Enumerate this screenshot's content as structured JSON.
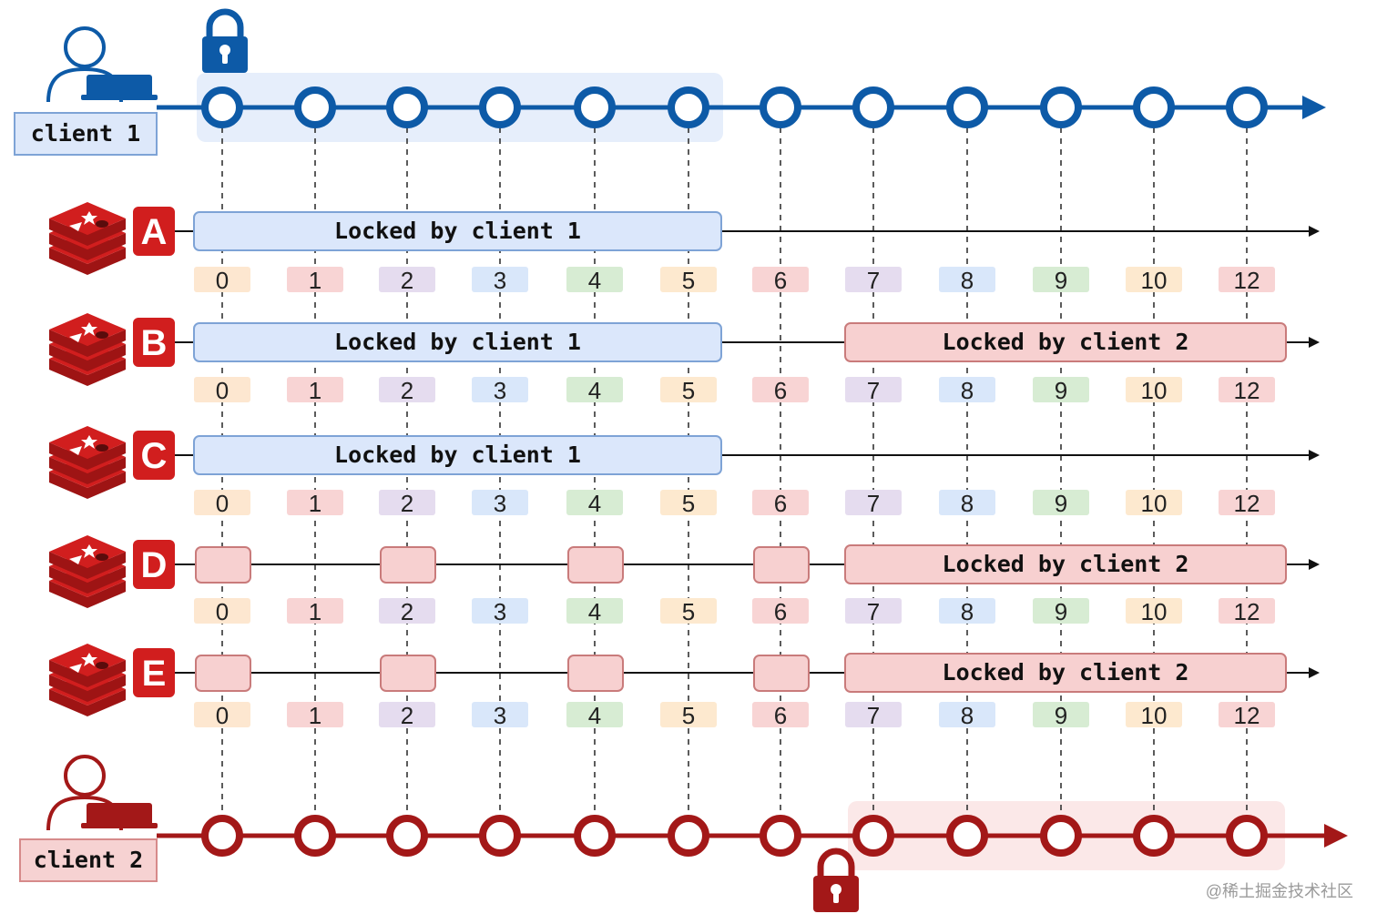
{
  "clients": {
    "top": {
      "label": "client 1",
      "color": "#0d5aa7",
      "fill": "#e6eefb",
      "box_fill": "#dde8fa",
      "box_stroke": "#7ea3d6"
    },
    "bottom": {
      "label": "client 2",
      "color": "#a31818",
      "fill": "#fbe8e8",
      "box_fill": "#f6d2d2",
      "box_stroke": "#d68a8a"
    }
  },
  "timeline": {
    "ticks": [
      "0",
      "1",
      "2",
      "3",
      "4",
      "5",
      "6",
      "7",
      "8",
      "9",
      "10",
      "12"
    ],
    "client1_lock_span": [
      0,
      5
    ],
    "client2_lock_span": [
      7,
      11
    ],
    "tick_colors": [
      "#fde7d0",
      "#f8d4d4",
      "#e5dcef",
      "#d9e7fa",
      "#d7ecd3",
      "#fde9cf",
      "#f8d4d4",
      "#e5dcef",
      "#d9e7fa",
      "#d7ecd3",
      "#fde9cf",
      "#f8d4d4"
    ]
  },
  "nodes": [
    {
      "letter": "A",
      "bars": [
        {
          "text": "Locked by client 1",
          "owner": "client1",
          "from": 0,
          "to": 5
        }
      ],
      "attempts": []
    },
    {
      "letter": "B",
      "bars": [
        {
          "text": "Locked by client 1",
          "owner": "client1",
          "from": 0,
          "to": 5
        },
        {
          "text": "Locked by client 2",
          "owner": "client2",
          "from": 7,
          "to": 11
        }
      ],
      "attempts": []
    },
    {
      "letter": "C",
      "bars": [
        {
          "text": "Locked by client 1",
          "owner": "client1",
          "from": 0,
          "to": 5
        }
      ],
      "attempts": []
    },
    {
      "letter": "D",
      "bars": [
        {
          "text": "Locked by client 2",
          "owner": "client2",
          "from": 7,
          "to": 11
        }
      ],
      "attempts": [
        0,
        2,
        4,
        6
      ]
    },
    {
      "letter": "E",
      "bars": [
        {
          "text": "Locked by client 2",
          "owner": "client2",
          "from": 7,
          "to": 11
        }
      ],
      "attempts": [
        0,
        2,
        4,
        6
      ]
    }
  ],
  "icons": {
    "top_lock": "lock-icon",
    "bottom_lock": "lock-icon",
    "client_avatar": "user-laptop-icon",
    "redis_node": "redis-stack-icon"
  },
  "colors": {
    "client1_bar_fill": "#dbe7fb",
    "client1_bar_stroke": "#7ea3d6",
    "client2_bar_fill": "#f7d0d0",
    "client2_bar_stroke": "#c97b7b",
    "redis_red": "#d11e1e",
    "redis_dark": "#9e1414",
    "axis": "#111111"
  },
  "watermark": "@稀土掘金技术社区"
}
